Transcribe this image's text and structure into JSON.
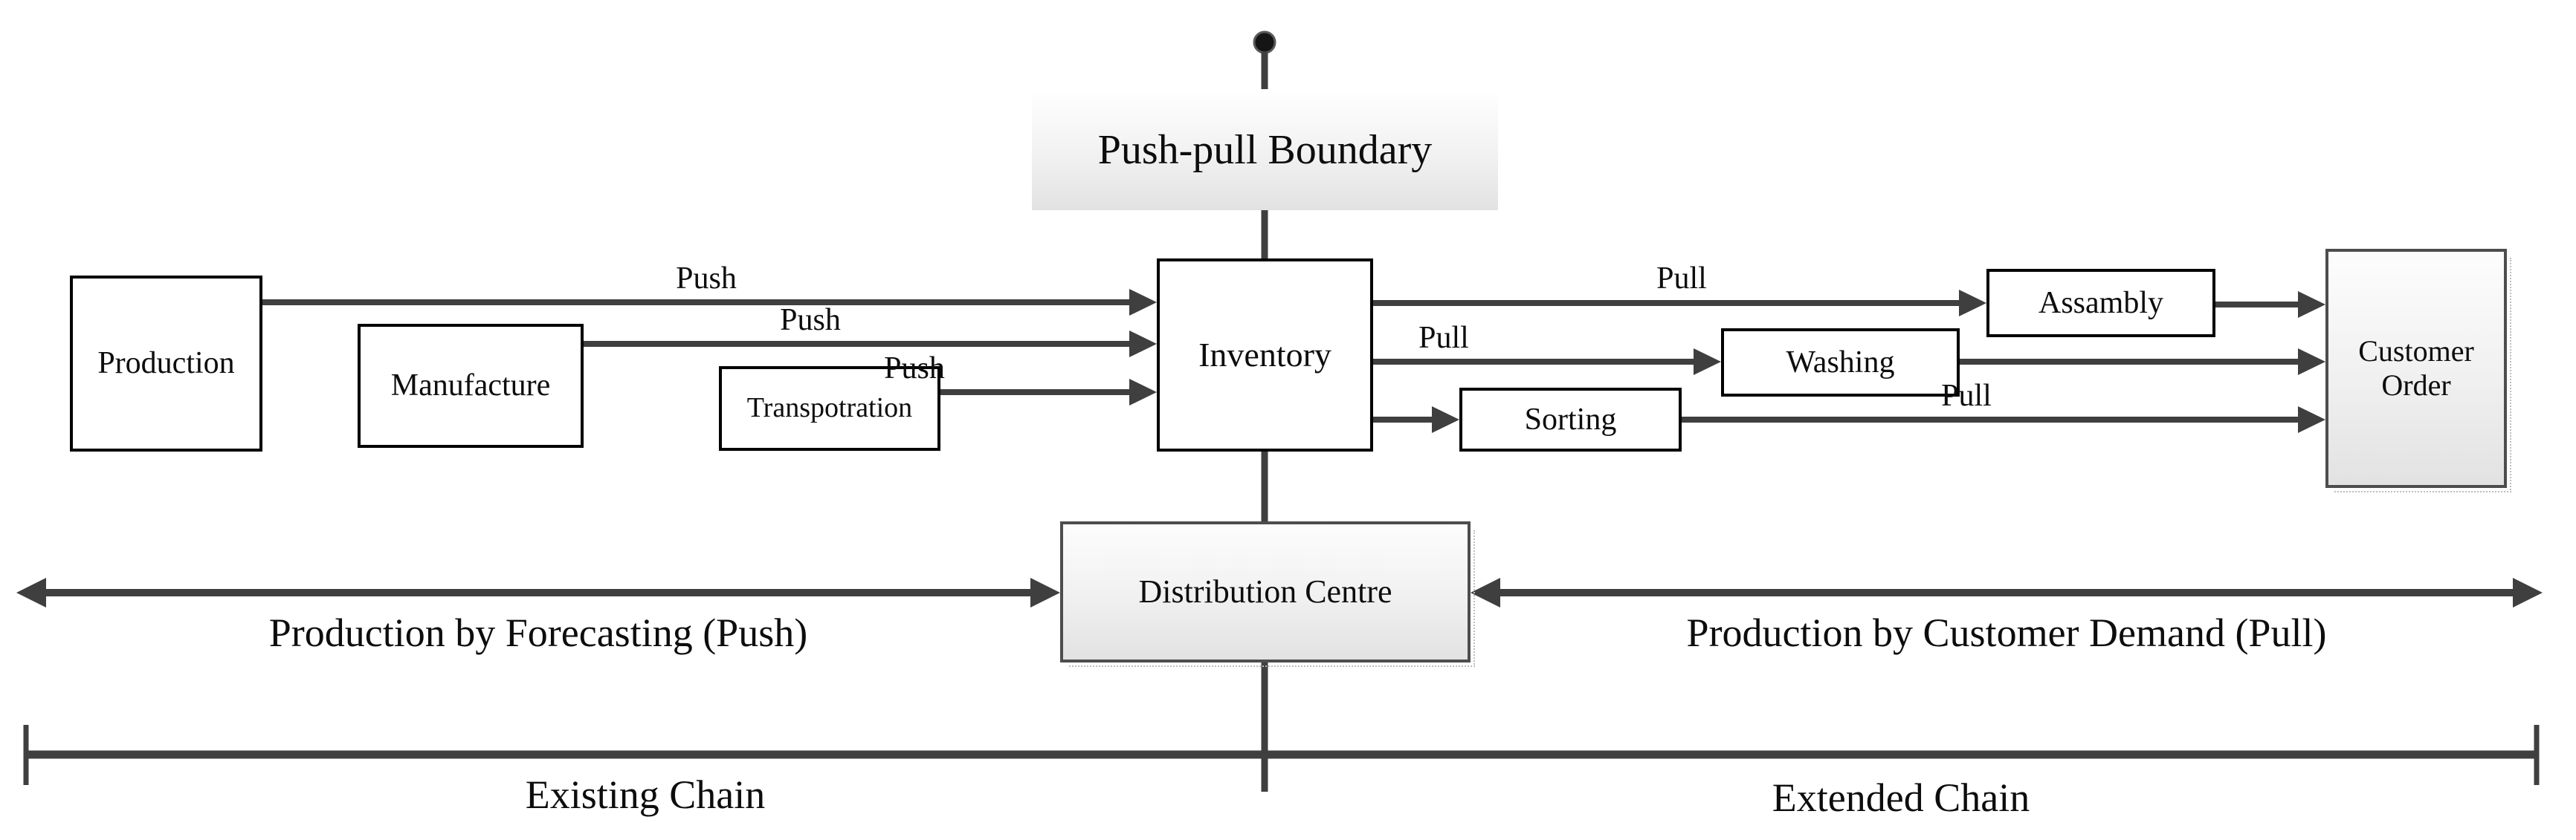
{
  "boundary": {
    "label": "Push-pull Boundary"
  },
  "nodes": {
    "production": "Production",
    "manufacture": "Manufacture",
    "transportation": "Transpotration",
    "inventory": "Inventory",
    "sorting": "Sorting",
    "washing": "Washing",
    "assembly": "Assambly",
    "customer_order": "Customer Order",
    "distribution_centre": "Distribution Centre"
  },
  "flow_labels": {
    "push1": "Push",
    "push2": "Push",
    "push3": "Push",
    "pull1": "Pull",
    "pull2": "Pull",
    "pull3": "Pull"
  },
  "region_labels": {
    "push_region": "Production by Forecasting (Push)",
    "pull_region": "Production by Customer Demand (Pull)"
  },
  "chain_labels": {
    "existing": "Existing Chain",
    "extended": "Extended Chain"
  },
  "colors": {
    "connector": "#3f3f3f",
    "box_border": "#000000",
    "shaded_box_border": "#4d4d4d",
    "gradient_top": "#fdfdfd",
    "gradient_bottom": "#e2e2e2",
    "background": "#ffffff",
    "text": "#0d0d0d"
  }
}
